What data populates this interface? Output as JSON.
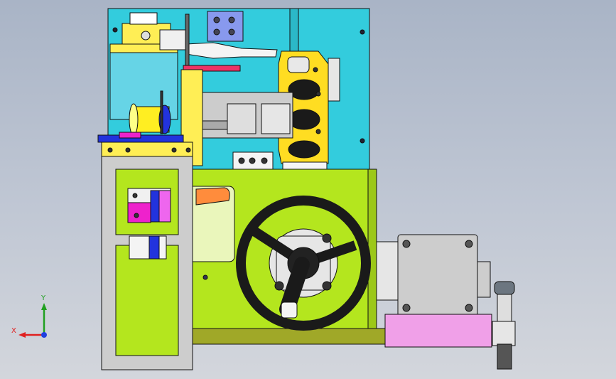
{
  "view": {
    "type": "CAD assembly - front orthographic view",
    "background_colors": {
      "top": "#a9b4c6",
      "bottom": "#d3d6dc"
    }
  },
  "triad": {
    "x_label": "X",
    "y_label": "Y",
    "colors": {
      "x": "#e02020",
      "y": "#20a020",
      "z": "#2040e0"
    }
  },
  "parts": [
    {
      "id": "back-plate",
      "color": "#33ccdd"
    },
    {
      "id": "main-base",
      "color": "#b4e61e"
    },
    {
      "id": "left-frame",
      "color": "#cdcdcd"
    },
    {
      "id": "handwheel",
      "color": "#1a1a1a"
    },
    {
      "id": "motor",
      "color": "#cdcdcd"
    },
    {
      "id": "yellow-bracket",
      "color": "#ffee55"
    },
    {
      "id": "toggle-clamp",
      "color": "#8899ee"
    },
    {
      "id": "cylinder",
      "color": "#cccccc"
    },
    {
      "id": "base-rail",
      "color": "#a0a828"
    },
    {
      "id": "pink-pad",
      "color": "#f0a0e8"
    },
    {
      "id": "magenta-block",
      "color": "#ee22cc"
    },
    {
      "id": "orange-handle",
      "color": "#ff8c3c"
    },
    {
      "id": "indexing-plunger",
      "color": "#d0d0d0"
    }
  ]
}
